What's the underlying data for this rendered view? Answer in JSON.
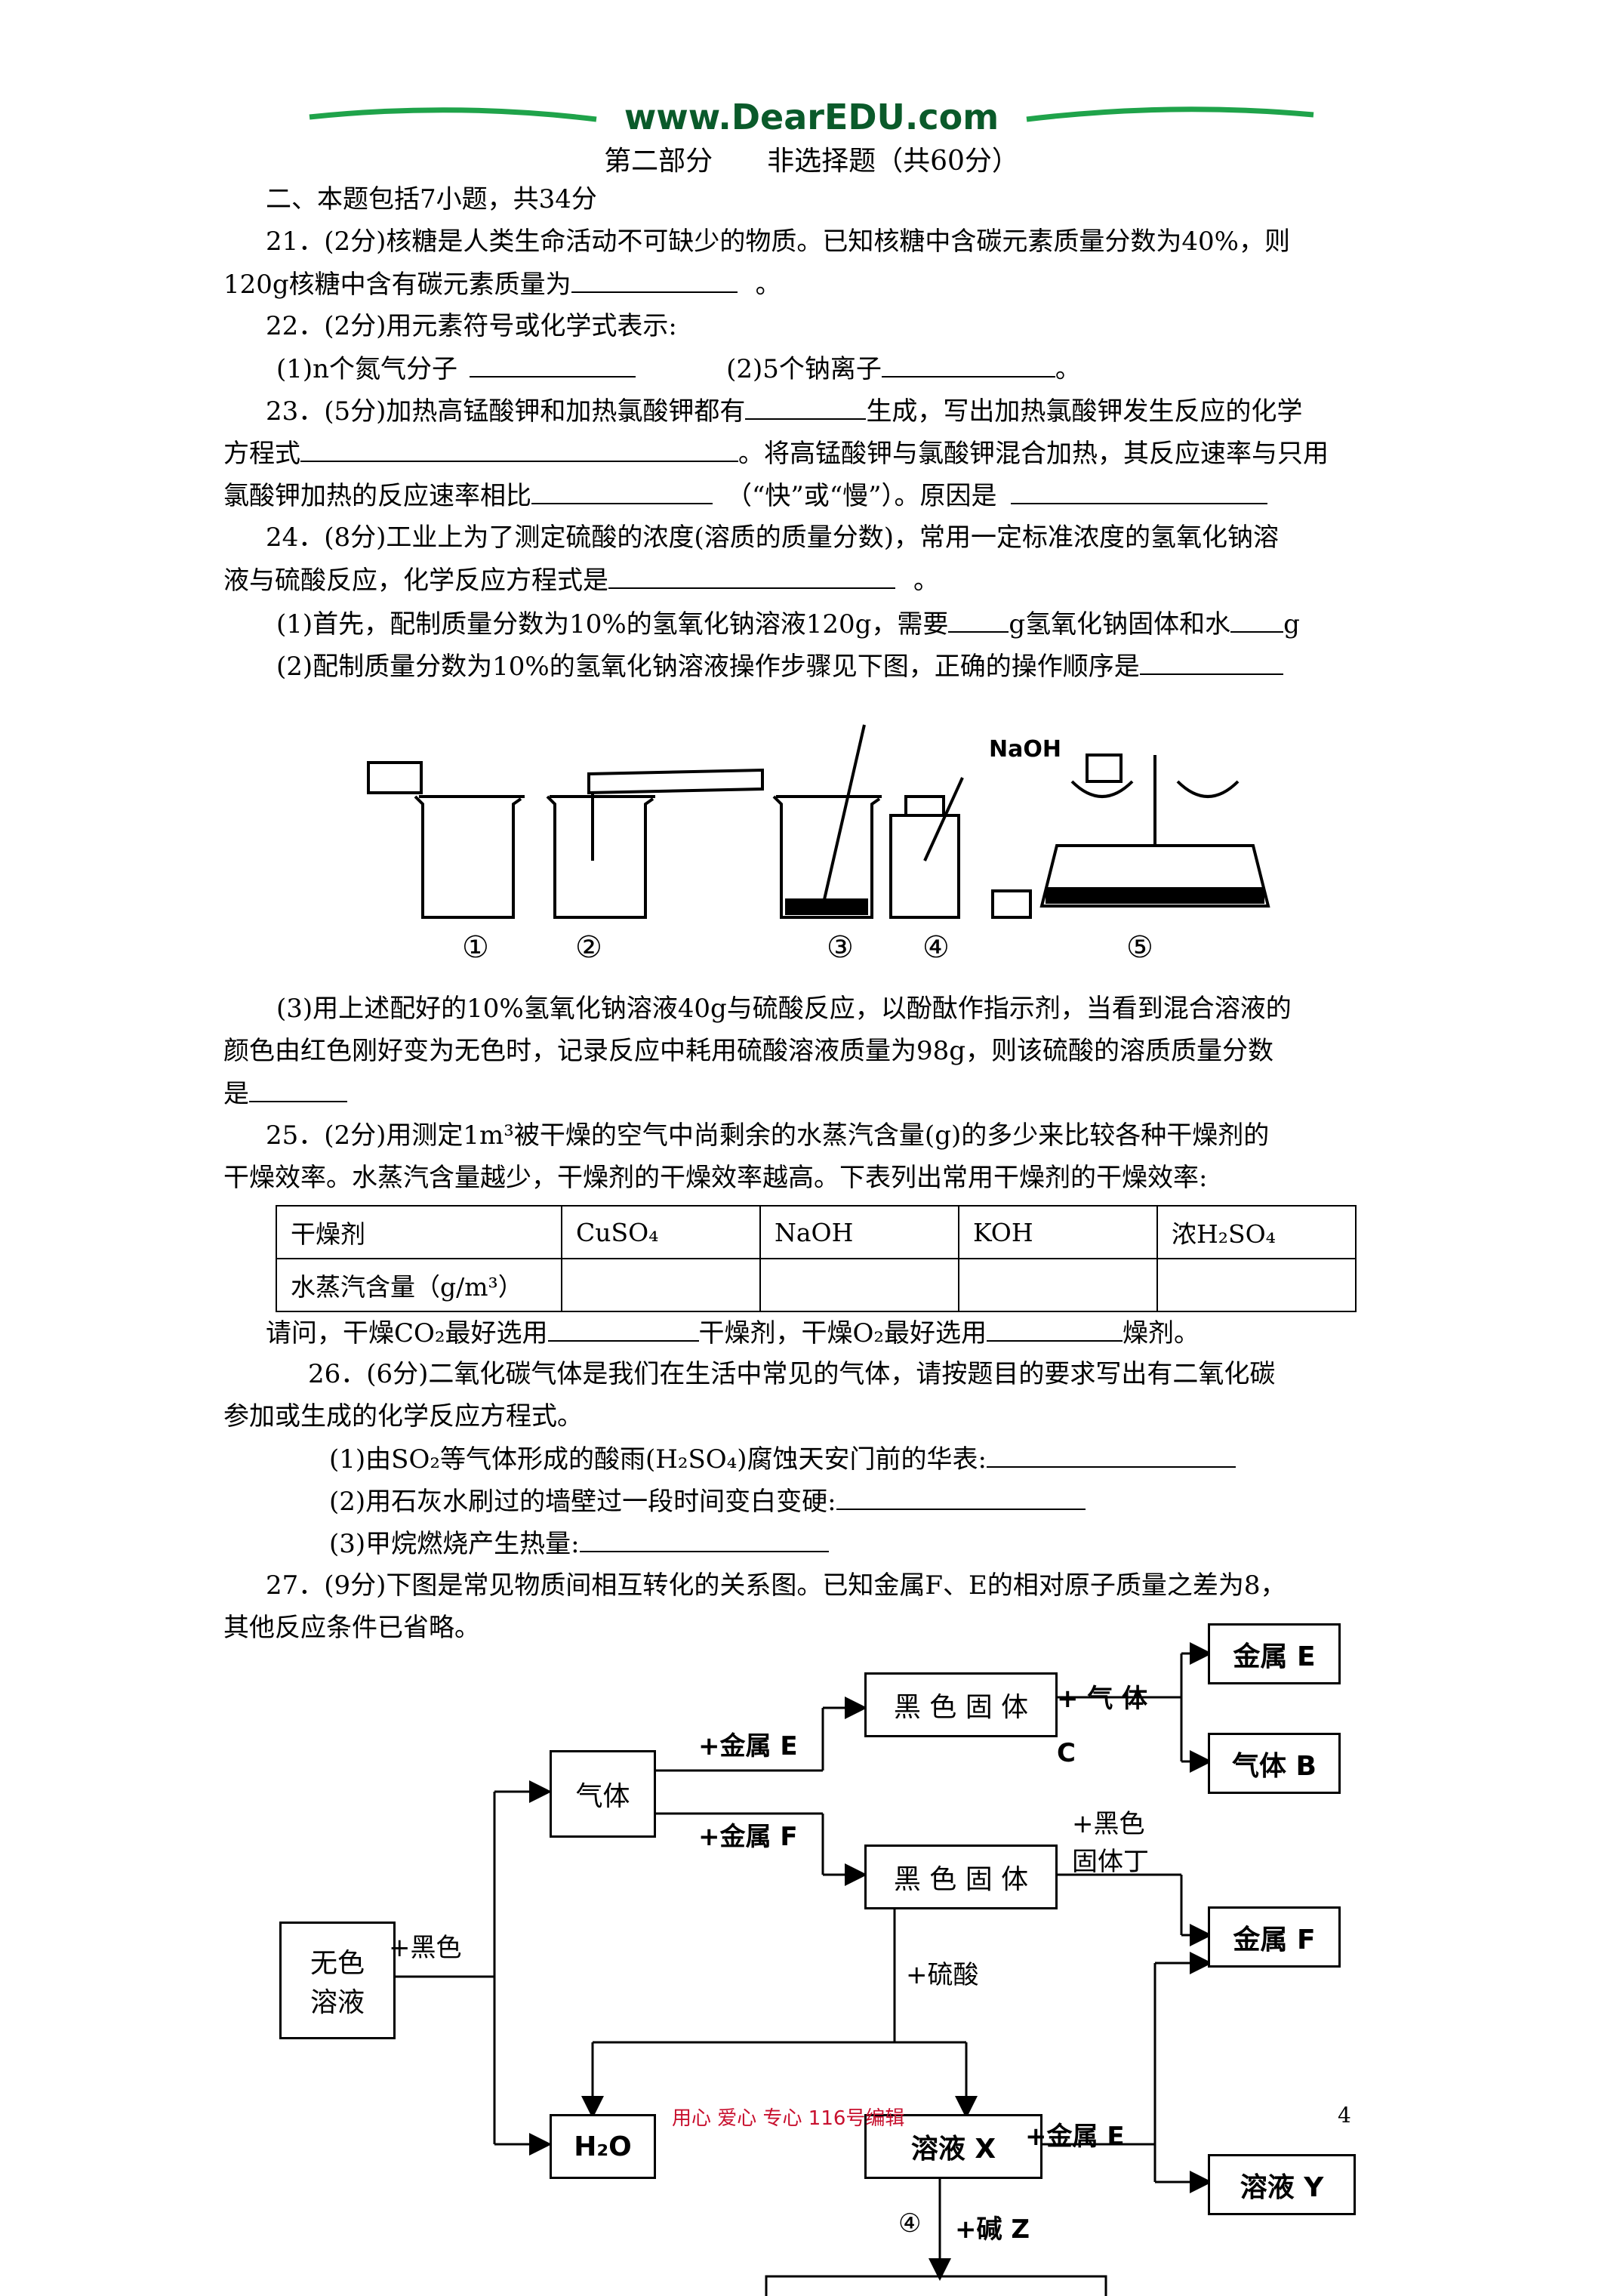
{
  "header": {
    "logo": "www.DearEDU.com",
    "section_title": "第二部分　　非选择题（共60分）"
  },
  "intro": "二、本题包括7小题，共34分",
  "q21": {
    "line1": "21．(2分)核糖是人类生命活动不可缺少的物质。已知核糖中含碳元素质量分数为40%，则",
    "line2a": "120g核糖中含有碳元素质量为",
    "line2b": "。"
  },
  "q22": {
    "line1": "22．(2分)用元素符号或化学式表示:",
    "line2a": "(1)n个氮气分子",
    "line2b": "(2)5个钠离子",
    "line2c": "。"
  },
  "q23": {
    "line1a": "23．(5分)加热高锰酸钾和加热氯酸钾都有",
    "line1b": "生成，写出加热氯酸钾发生反应的化学",
    "line2a": "方程式",
    "line2b": "。将高锰酸钾与氯酸钾混合加热，其反应速率与只用",
    "line3a": "氯酸钾加热的反应速率相比",
    "line3b": "（“快”或“慢”）。原因是"
  },
  "q24": {
    "line1": "24．(8分)工业上为了测定硫酸的浓度(溶质的质量分数)，常用一定标准浓度的氢氧化钠溶",
    "line2a": "液与硫酸反应，化学反应方程式是",
    "line2b": "。",
    "p1a": "(1)首先，配制质量分数为10%的氢氧化钠溶液120g，需要",
    "p1b": "g氢氧化钠固体和水",
    "p1c": "g",
    "p2a": "(2)配制质量分数为10%的氢氧化钠溶液操作步骤见下图，正确的操作顺序是",
    "figure": {
      "naoh_label": "NaOH",
      "captions": [
        "①",
        "②",
        "③",
        "④",
        "⑤"
      ]
    },
    "p3_line1": "(3)用上述配好的10%氢氧化钠溶液40g与硫酸反应，以酚酞作指示剂，当看到混合溶液的",
    "p3_line2": "颜色由红色刚好变为无色时，记录反应中耗用硫酸溶液质量为98g，则该硫酸的溶质质量分数",
    "p3_line3": "是"
  },
  "q25": {
    "line1": "25．(2分)用测定1m³被干燥的空气中尚剩余的水蒸汽含量(g)的多少来比较各种干燥剂的",
    "line2": "干燥效率。水蒸汽含量越少，干燥剂的干燥效率越高。下表列出常用干燥剂的干燥效率:",
    "table": {
      "row1": [
        "干燥剂",
        "CuSO₄",
        "NaOH",
        "KOH",
        "浓H₂SO₄"
      ],
      "row2": [
        "水蒸汽含量（g/m³）",
        "",
        "",
        "",
        ""
      ]
    },
    "after_a": "请问，干燥CO₂最好选用",
    "after_b": "干燥剂，干燥O₂最好选用",
    "after_c": "燥剂。"
  },
  "q26": {
    "line1": "26．(6分)二氧化碳气体是我们在生活中常见的气体，请按题目的要求写出有二氧化碳",
    "line2": "参加或生成的化学反应方程式。",
    "p1": "(1)由SO₂等气体形成的酸雨(H₂SO₄)腐蚀天安门前的华表:",
    "p2": "(2)用石灰水刷过的墙壁过一段时间变白变硬:",
    "p3": "(3)甲烷燃烧产生热量:"
  },
  "q27": {
    "line1": "27．(9分)下图是常见物质间相互转化的关系图。已知金属F、E的相对原子质量之差为8，",
    "line2": "其他反应条件已省略。",
    "diagram": {
      "b_metal_e": "金属 E",
      "b_gas_b": "气体 B",
      "b_metal_f": "金属 F",
      "b_black1": "黑 色 固 体",
      "b_black2": "黑 色 固 体",
      "b_gas": "气体",
      "b_colorless1": "无色",
      "b_colorless2": "溶液",
      "b_h2o": "H₂O",
      "b_sol_x": "溶液 X",
      "b_sol_y": "溶液 Y",
      "l_plus_gas": "+ 气 体",
      "l_c": "C",
      "l_plus_metal_e": "+金属 E",
      "l_plus_metal_f": "+金属 F",
      "l_black_solid_d1": "+黑色",
      "l_black_solid_d2": "固体丁",
      "l_plus_black": "+黑色",
      "l_plus_acid": "+硫酸",
      "l_plus_metal_e2": "+金属 E",
      "l_circle4": "④",
      "l_plus_base": "+碱 Z"
    }
  },
  "footer": {
    "text": "用心  爱心  专心    116号编辑",
    "page_number": "4"
  }
}
